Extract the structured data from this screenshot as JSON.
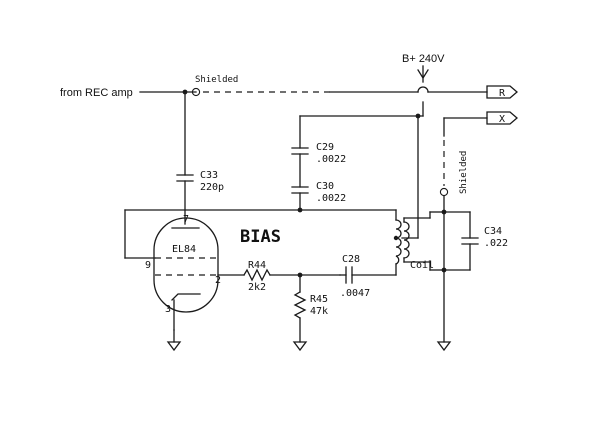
{
  "labels": {
    "input": "from REC amp",
    "shielded_top": "Shielded",
    "shielded_side": "Shielded",
    "bplus": "B+ 240V",
    "terminal_r": "R",
    "terminal_x": "X",
    "bias": "BIAS",
    "coil": "Coil",
    "tube": "EL84",
    "pin7": "7",
    "pin9": "9",
    "pin2": "2",
    "pin3": "3"
  },
  "components": {
    "c33": {
      "name": "C33",
      "value": "220p"
    },
    "c29": {
      "name": "C29",
      "value": ".0022"
    },
    "c30": {
      "name": "C30",
      "value": ".0022"
    },
    "c28": {
      "name": "C28",
      "value": ".0047"
    },
    "c34": {
      "name": "C34",
      "value": ".022"
    },
    "r44": {
      "name": "R44",
      "value": "2k2"
    },
    "r45": {
      "name": "R45",
      "value": "47k"
    }
  }
}
